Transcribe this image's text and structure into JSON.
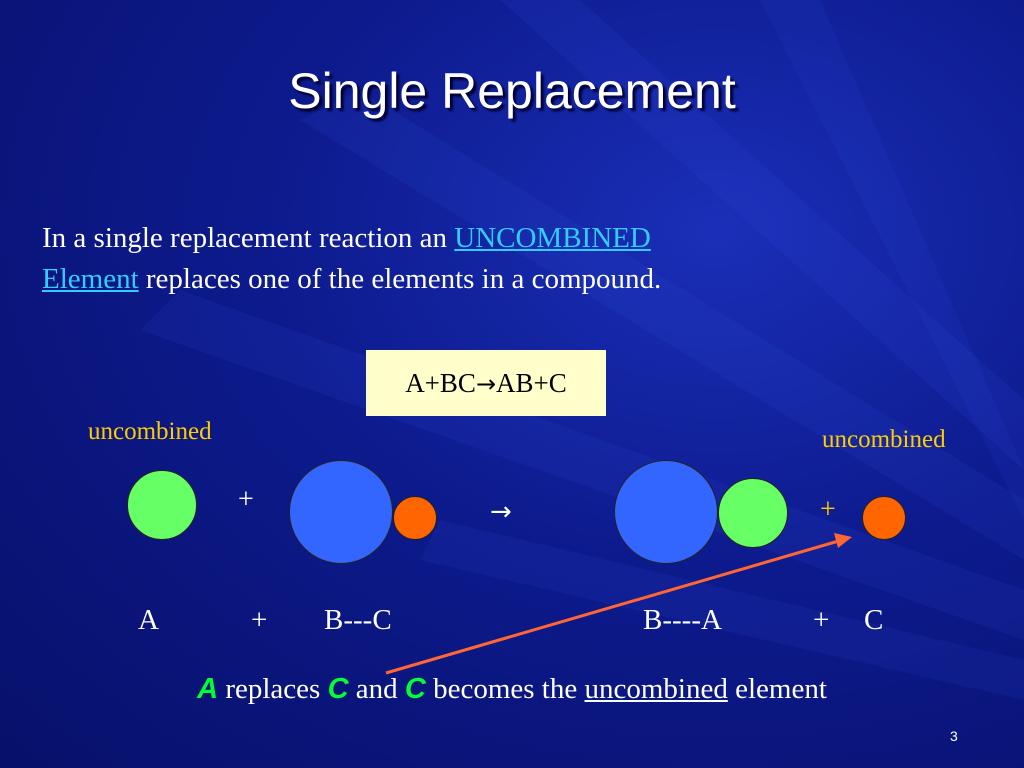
{
  "slide": {
    "title": "Single Replacement",
    "intro": {
      "part1": "In a single replacement reaction an ",
      "link1": "UNCOMBINED ",
      "link2": "Element",
      "part2": " replaces one of the elements in a compound."
    },
    "equation": {
      "left": "A+BC",
      "arrow": "→",
      "right": "AB+C"
    },
    "labels": {
      "uncombined_left": "uncombined",
      "uncombined_right": "uncombined"
    },
    "symbols": {
      "plus_left": "+",
      "arrow_mid": "→",
      "plus_right": "+"
    },
    "names": {
      "a": "A",
      "plus1": "+",
      "bc": "B---C",
      "ba": "B----A",
      "plus2": "+",
      "c": "C"
    },
    "bottom": {
      "a": "A",
      "replaces": " replaces ",
      "c1": "C",
      "and": " and ",
      "c2": "C",
      "becomes": " becomes the ",
      "uncombined": "uncombined",
      "element": " element"
    },
    "page_number": "3"
  },
  "colors": {
    "element_a": "#66ff66",
    "element_b": "#3366ff",
    "element_c": "#ff6600",
    "accent_yellow": "#ffcc00",
    "link_cyan": "#33ccff",
    "box_yellow": "#ffffcc",
    "pointer_arrow": "#ff6633"
  }
}
